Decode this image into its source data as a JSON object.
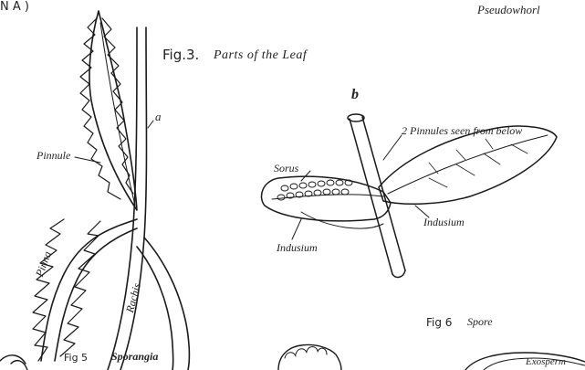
{
  "labels": {
    "top_left": "N A )",
    "top_right": "Pseudowhorl",
    "fig3_title_num": "Fig.3.",
    "fig3_title_text": "Parts of the Leaf",
    "label_a": "a",
    "label_b": "b",
    "pinnule": "Pinnule",
    "pinna": "Pinna",
    "rachis": "Rachis",
    "pinnules_note": "2 Pinnules seen from below",
    "sorus": "Sorus",
    "indusium_right": "Indusium",
    "indusium_left": "Indusium",
    "fig6_num": "Fig 6",
    "fig6_text": "Spore",
    "fig5_num": "Fig 5",
    "fig5_text": "Sporangia",
    "bottom_right": "Exosperm"
  },
  "colors": {
    "ink": "#1a1a1a",
    "paper": "#ffffff"
  }
}
